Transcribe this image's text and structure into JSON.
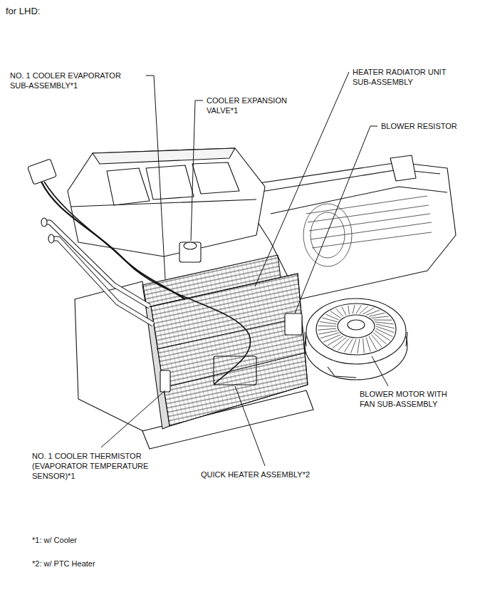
{
  "diagram": {
    "title": "for LHD:",
    "labels": [
      "NO. 1 COOLER EVAPORATOR SUB-ASSEMBLY*1",
      "COOLER EXPANSION VALVE*1",
      "HEATER RADIATOR UNIT SUB-ASSEMBLY",
      "BLOWER RESISTOR",
      "BLOWER MOTOR WITH FAN SUB-ASSEMBLY",
      "NO. 1 COOLER THERMISTOR (EVAPORATOR TEMPERATURE SENSOR)*1",
      "QUICK HEATER ASSEMBLY*2",
      "*1: w/ Cooler",
      "*2: w/ PTC Heater"
    ]
  }
}
